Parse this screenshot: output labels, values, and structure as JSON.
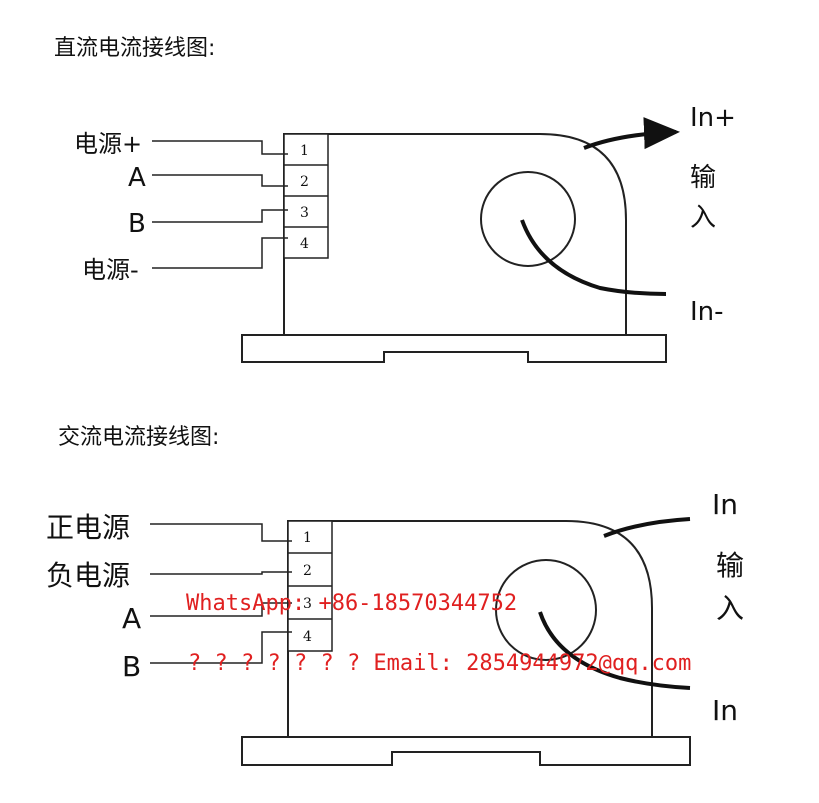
{
  "dc": {
    "title": "直流电流接线图:",
    "labels": [
      "电源+",
      "A",
      "B",
      "电源-"
    ],
    "terminals": [
      "1",
      "2",
      "3",
      "4"
    ],
    "in_plus": "In+",
    "input_1": "输",
    "input_2": "入",
    "in_minus": "In-"
  },
  "ac": {
    "title": "交流电流接线图:",
    "labels": [
      "正电源",
      "负电源",
      "A",
      "B"
    ],
    "terminals": [
      "1",
      "2",
      "3",
      "4"
    ],
    "in_top": "In",
    "input_1": "输",
    "input_2": "入",
    "in_bottom": "In"
  },
  "watermark": {
    "line1": "WhatsApp: +86-18570344752",
    "line2": "? ? ? ? ? ? ? Email:  2854944972@qq.com",
    "color": "#e02020"
  }
}
